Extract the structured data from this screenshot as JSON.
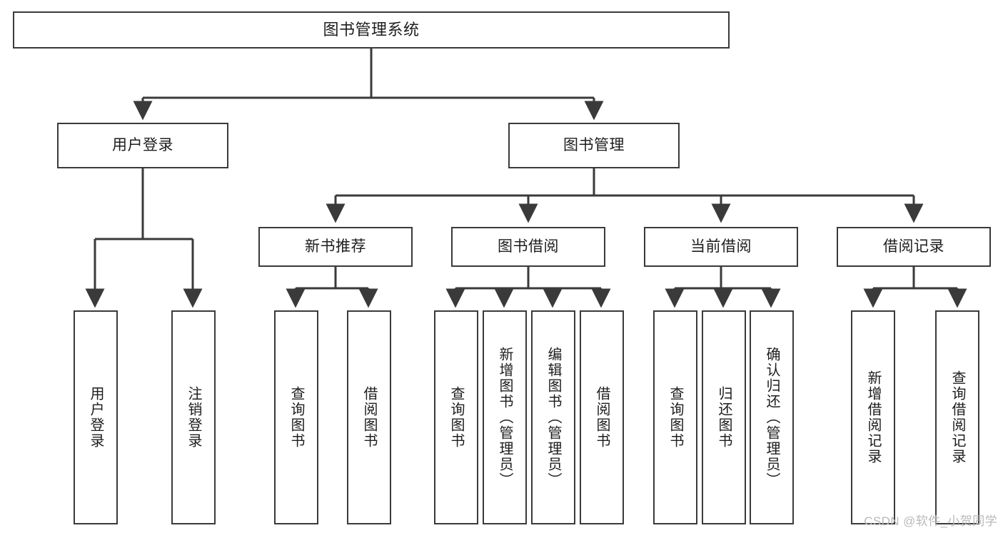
{
  "diagram": {
    "title": "图书管理系统",
    "watermark": "CSDN @软件_小贺同学",
    "colors": {
      "stroke": "#3a3a3a",
      "fill": "#ffffff",
      "text": "#1d1d1d",
      "watermark": "#b9b9b9"
    },
    "nodes": {
      "root": {
        "label": "图书管理系统"
      },
      "level1": [
        {
          "id": "user-login",
          "label": "用户登录"
        },
        {
          "id": "book-management",
          "label": "图书管理"
        }
      ],
      "level2": [
        {
          "id": "new-book-recommend",
          "label": "新书推荐"
        },
        {
          "id": "book-borrow",
          "label": "图书借阅"
        },
        {
          "id": "current-borrow",
          "label": "当前借阅"
        },
        {
          "id": "borrow-record",
          "label": "借阅记录"
        }
      ],
      "leaves": {
        "user-login": [
          {
            "id": "leaf-user-login",
            "label": "用户登录"
          },
          {
            "id": "leaf-logout",
            "label": "注销登录"
          }
        ],
        "new-book-recommend": [
          {
            "id": "leaf-query-book-1",
            "label": "查询图书"
          },
          {
            "id": "leaf-borrow-book-1",
            "label": "借阅图书"
          }
        ],
        "book-borrow": [
          {
            "id": "leaf-query-book-2",
            "label": "查询图书"
          },
          {
            "id": "leaf-add-book",
            "label": "新增图书（管理员）"
          },
          {
            "id": "leaf-edit-book",
            "label": "编辑图书（管理员）"
          },
          {
            "id": "leaf-borrow-book-2",
            "label": "借阅图书"
          }
        ],
        "current-borrow": [
          {
            "id": "leaf-query-book-3",
            "label": "查询图书"
          },
          {
            "id": "leaf-return-book",
            "label": "归还图书"
          },
          {
            "id": "leaf-confirm-return",
            "label": "确认归还（管理员）"
          }
        ],
        "borrow-record": [
          {
            "id": "leaf-add-record",
            "label": "新增借阅记录"
          },
          {
            "id": "leaf-query-record",
            "label": "查询借阅记录"
          }
        ]
      }
    }
  }
}
